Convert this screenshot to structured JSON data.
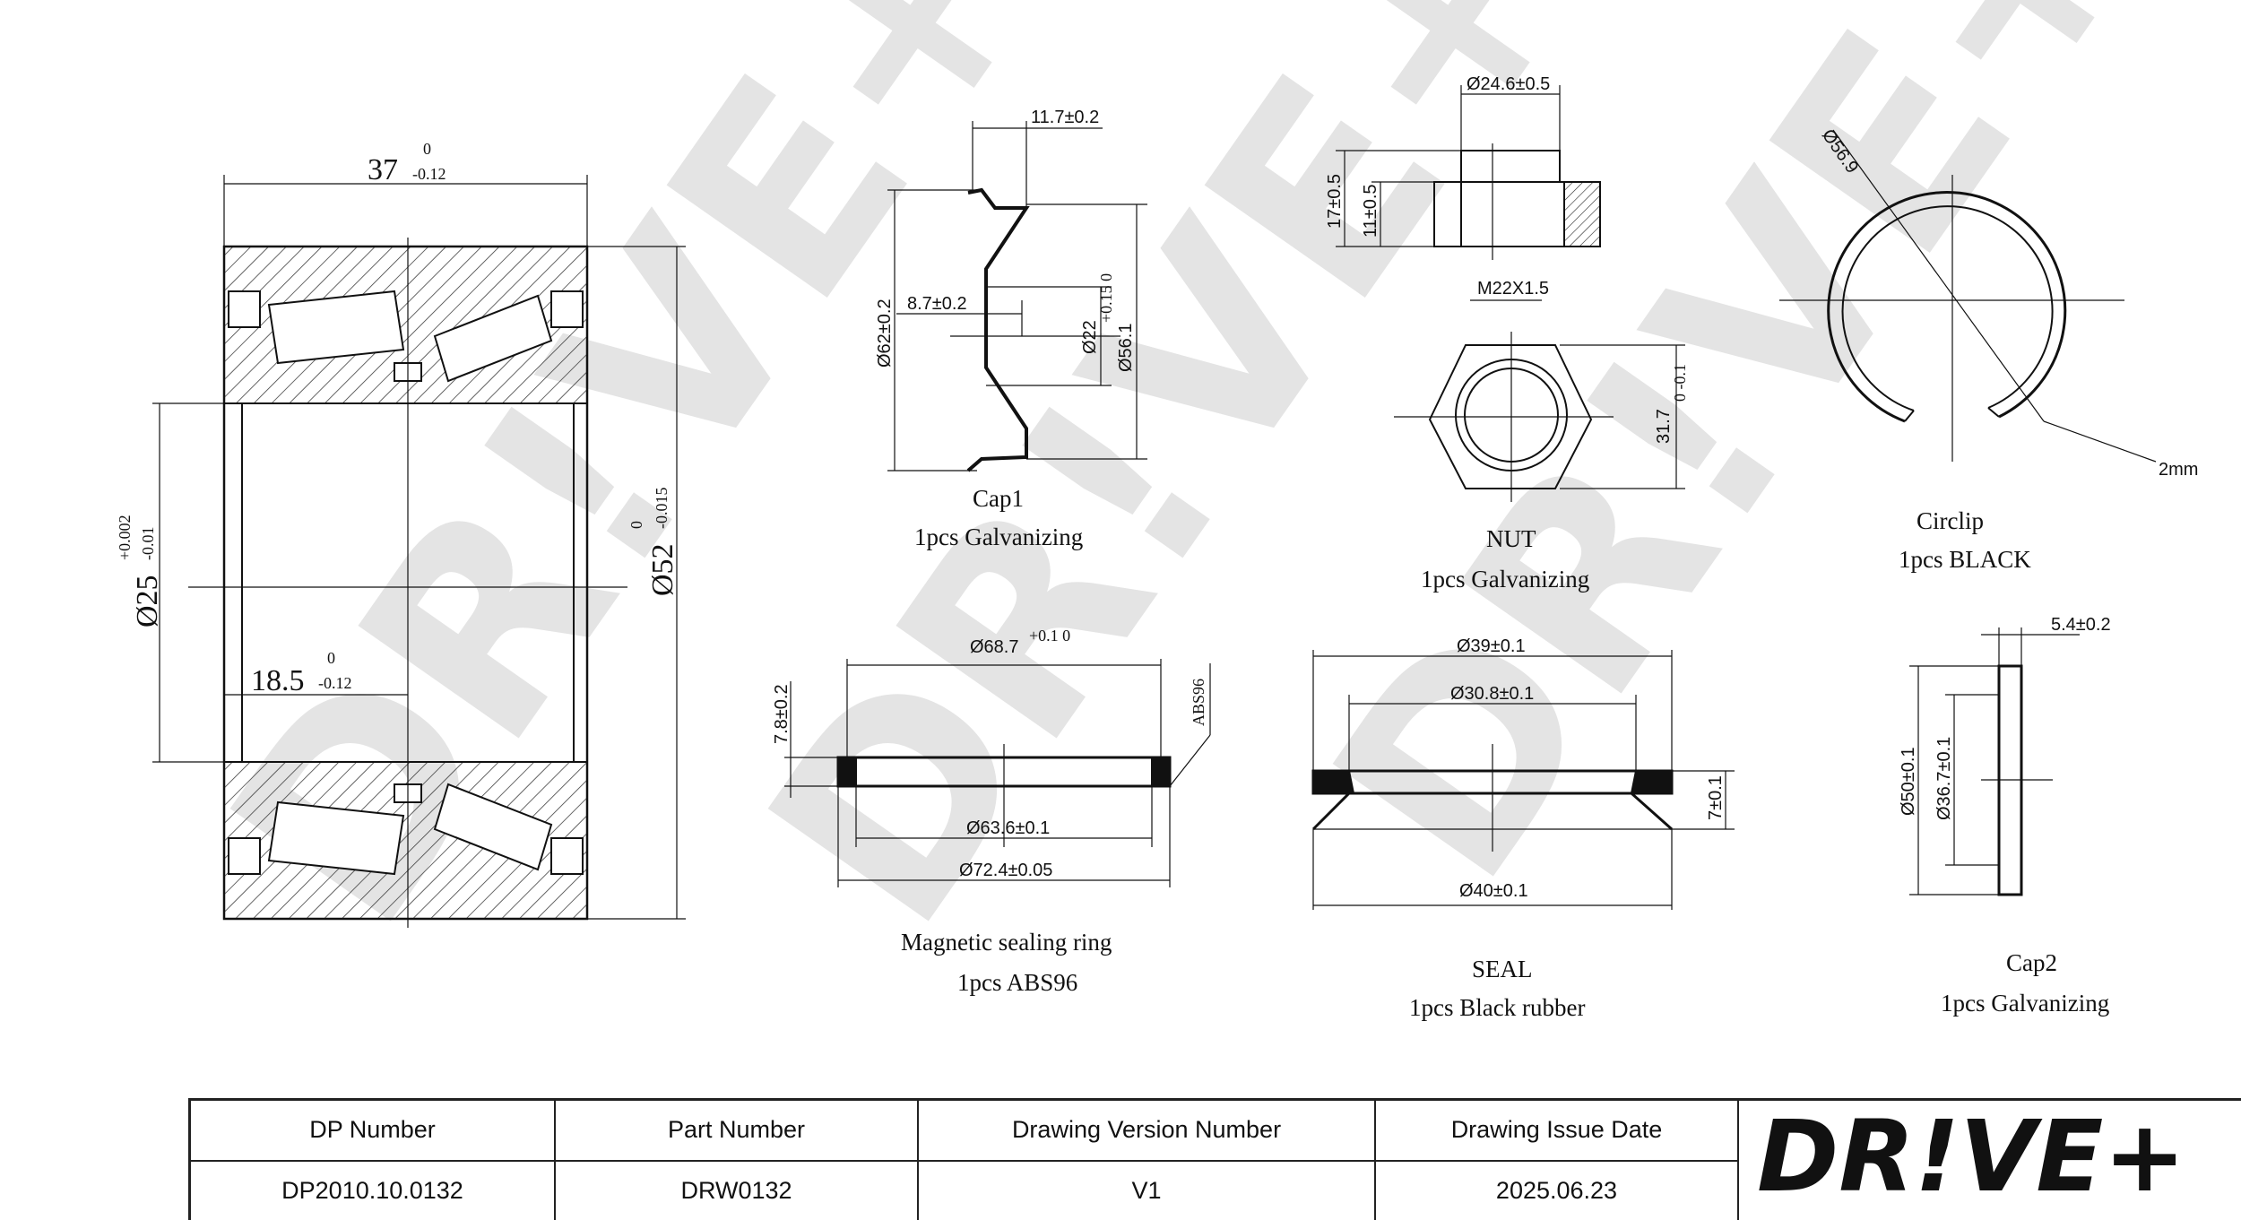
{
  "watermark": "DR!VE+",
  "bearing": {
    "width_dim": "37",
    "width_tol_upper": "0",
    "width_tol_lower": "-0.12",
    "bore_dim": "Ø25",
    "bore_tol_upper": "+0.002",
    "bore_tol_lower": "-0.01",
    "outer_dim": "Ø52",
    "outer_tol_upper": "0",
    "outer_tol_lower": "-0.015",
    "half_width_dim": "18.5",
    "half_width_tol_upper": "0",
    "half_width_tol_lower": "-0.12"
  },
  "cap1": {
    "dim_width": "11.7±0.2",
    "dim_step": "8.7±0.2",
    "dim_outer": "Ø62±0.2",
    "dim_inner": "Ø22",
    "dim_mid": "Ø56.1",
    "dim_mid_tol": "+0.15 0",
    "name": "Cap1",
    "description": "1pcs Galvanizing"
  },
  "nut": {
    "dim_flange": "Ø24.6±0.5",
    "dim_height": "17±0.5",
    "dim_hex_height": "11±0.5",
    "dim_thread": "M22X1.5",
    "dim_across_flats": "31.7",
    "dim_across_flats_tol": "0 -0.1",
    "name": "NUT",
    "description": "1pcs Galvanizing"
  },
  "circlip": {
    "dim_diameter": "Ø56.9",
    "dim_thickness": "2mm",
    "name": "Circlip",
    "description": "1pcs BLACK"
  },
  "magnetic_ring": {
    "dim_outer": "Ø68.7",
    "dim_outer_tol": "+0.1 0",
    "dim_height": "7.8±0.2",
    "dim_inner": "Ø63.6±0.1",
    "dim_overall": "Ø72.4±0.05",
    "tag": "ABS96",
    "name": "Magnetic sealing ring",
    "description": "1pcs ABS96"
  },
  "seal": {
    "dim_top": "Ø39±0.1",
    "dim_inner": "Ø30.8±0.1",
    "dim_height": "7±0.1",
    "dim_bottom": "Ø40±0.1",
    "name": "SEAL",
    "description": "1pcs Black rubber"
  },
  "cap2": {
    "dim_width": "5.4±0.2",
    "dim_outer": "Ø50±0.1",
    "dim_inner": "Ø36.7±0.1",
    "name": "Cap2",
    "description": "1pcs  Galvanizing"
  },
  "title_block": {
    "headers": [
      "DP Number",
      "Part Number",
      "Drawing Version Number",
      "Drawing Issue Date"
    ],
    "values": [
      "DP2010.10.0132",
      "DRW0132",
      "V1",
      "2025.06.23"
    ],
    "logo": "DR!VE+",
    "logo_color": "#f26b1d"
  }
}
